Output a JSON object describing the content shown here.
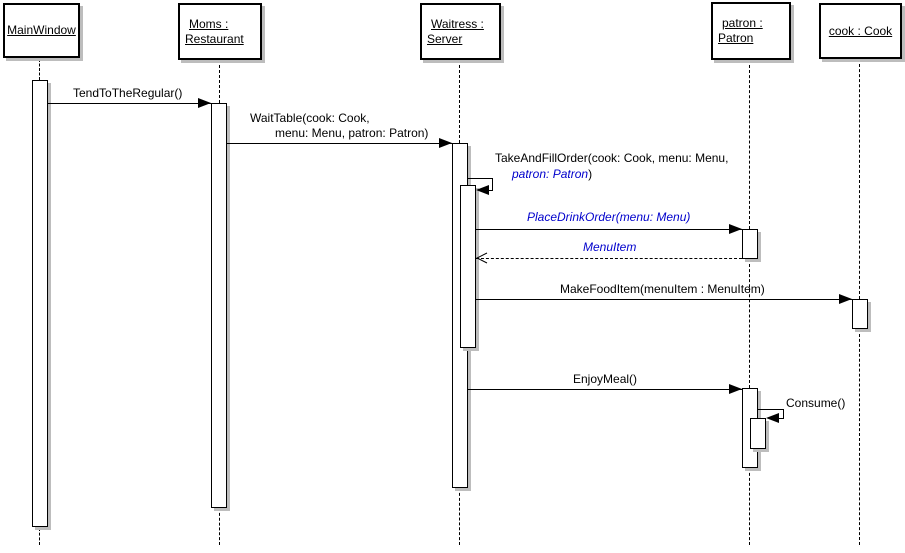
{
  "diagram": {
    "kind": "uml-sequence-diagram",
    "colors": {
      "line": "#000000",
      "text": "#000000",
      "emphasis_text": "#0000CC",
      "shadow": "#BDBDBD",
      "background": "#FFFFFF"
    },
    "lifelines": [
      {
        "id": "mainwindow",
        "lines": [
          "MainWindow"
        ]
      },
      {
        "id": "moms-restaurant",
        "lines": [
          "Moms :",
          "Restaurant"
        ]
      },
      {
        "id": "waitress-server",
        "lines": [
          "Waitress :",
          "Server"
        ]
      },
      {
        "id": "patron-patron",
        "lines": [
          "patron :",
          "Patron"
        ]
      },
      {
        "id": "cook-cook",
        "lines": [
          "cook : Cook"
        ]
      }
    ],
    "messages": [
      {
        "id": "tend-to-the-regular",
        "label": "TendToTheRegular()",
        "from": "MainWindow",
        "to": "Moms : Restaurant",
        "type": "call"
      },
      {
        "id": "wait-table",
        "label_line1": "WaitTable(cook: Cook,",
        "label_line2": "menu: Menu, patron: Patron)",
        "from": "Moms : Restaurant",
        "to": "Waitress : Server",
        "type": "call"
      },
      {
        "id": "take-and-fill-order",
        "label_line1": "TakeAndFillOrder(cook: Cook, menu: Menu,",
        "label_line2_emphasis": "patron: Patron",
        "label_line2_suffix": ")",
        "from": "Waitress : Server",
        "to": "Waitress : Server",
        "type": "self-call"
      },
      {
        "id": "place-drink-order",
        "label": "PlaceDrinkOrder(menu: Menu)",
        "from": "Waitress : Server",
        "to": "patron : Patron",
        "type": "call",
        "emphasis": true
      },
      {
        "id": "menu-item-return",
        "label": "MenuItem",
        "from": "patron : Patron",
        "to": "Waitress : Server",
        "type": "return",
        "emphasis": true
      },
      {
        "id": "make-food-item",
        "label": "MakeFoodItem(menuItem : MenuItem)",
        "from": "Waitress : Server",
        "to": "cook : Cook",
        "type": "call"
      },
      {
        "id": "enjoy-meal",
        "label": "EnjoyMeal()",
        "from": "Waitress : Server",
        "to": "patron : Patron",
        "type": "call"
      },
      {
        "id": "consume",
        "label": "Consume()",
        "from": "patron : Patron",
        "to": "patron : Patron",
        "type": "self-call"
      }
    ]
  }
}
